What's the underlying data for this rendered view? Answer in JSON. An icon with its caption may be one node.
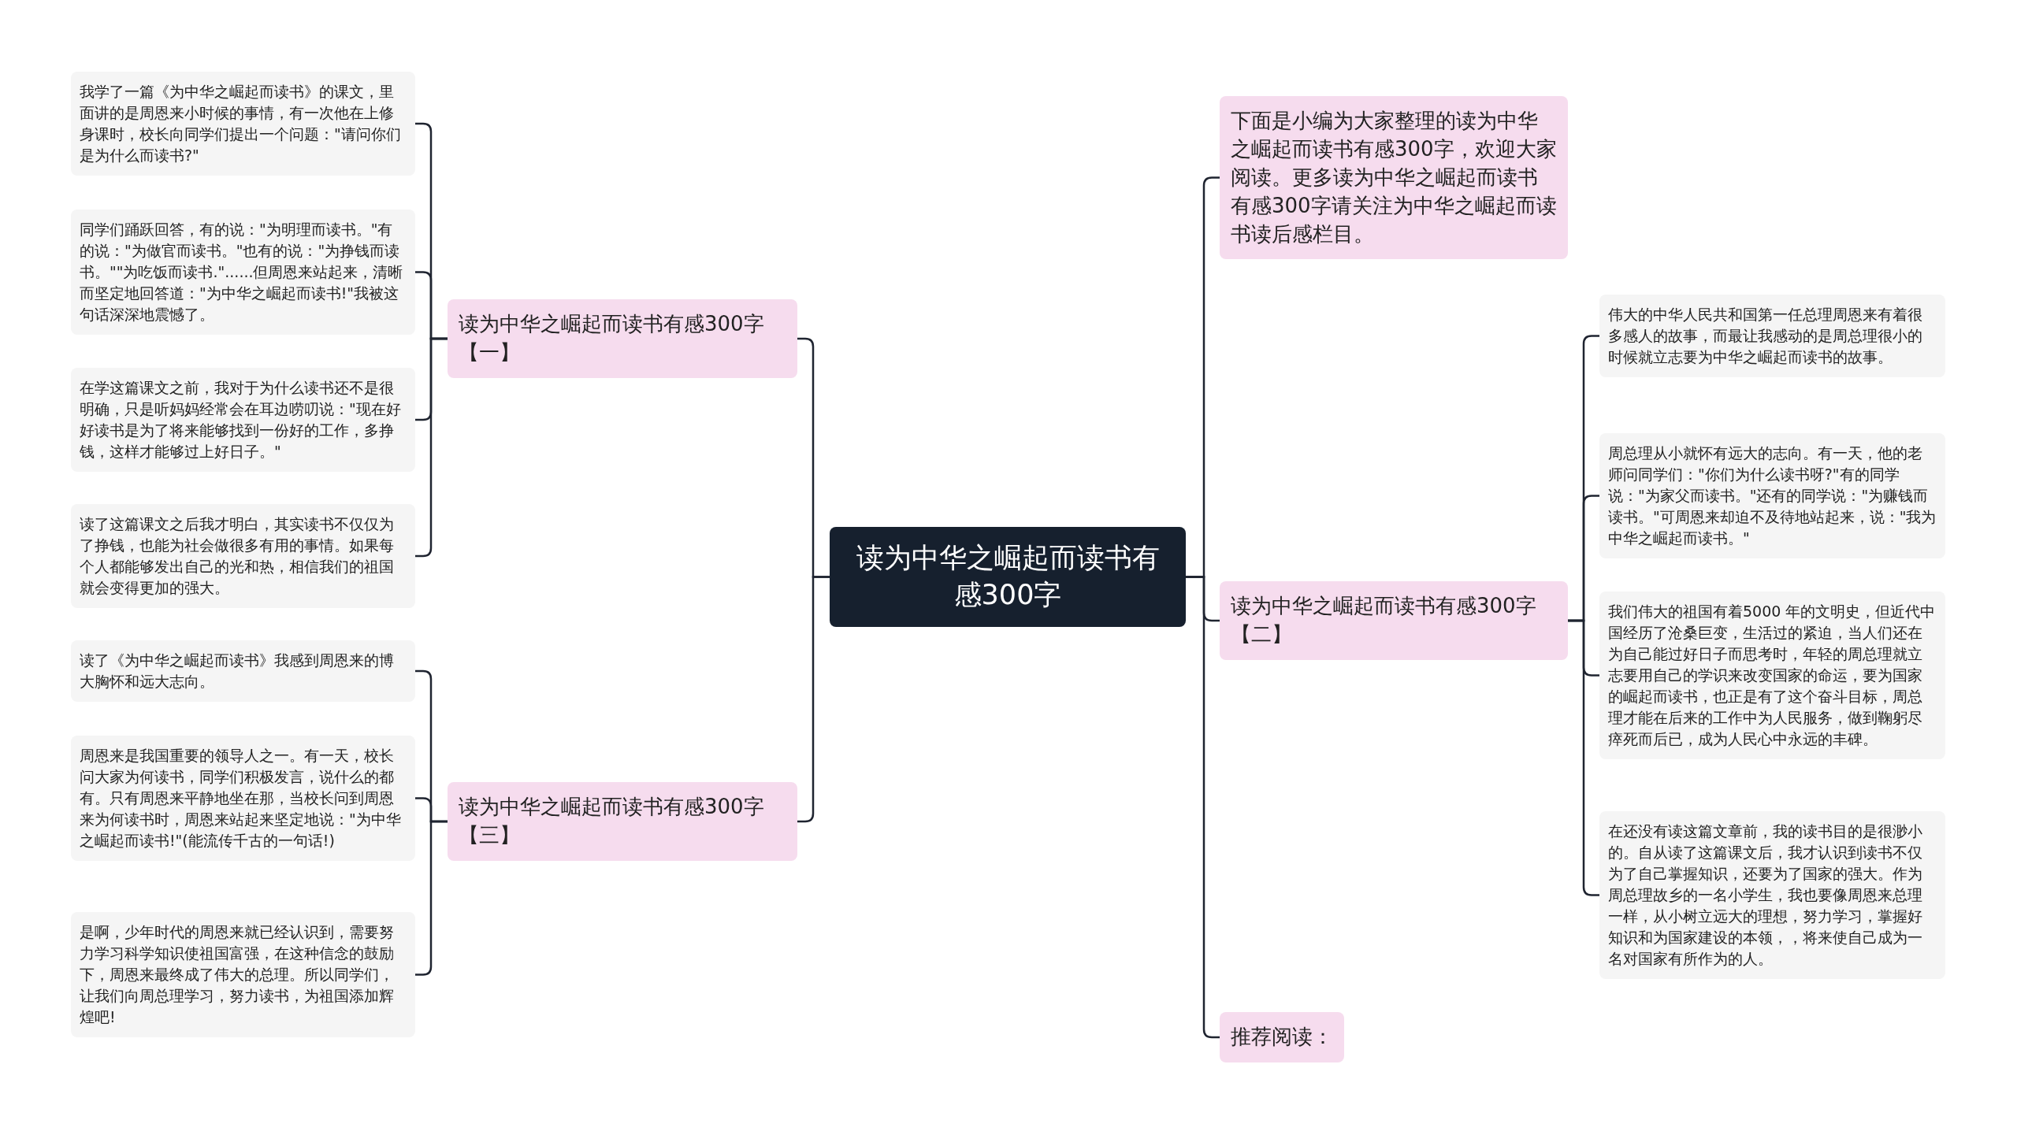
{
  "diagram": {
    "nodes": [
      {
        "text": [
          "读为中华之崛起而读书有感300字"
        ]
      },
      {
        "text": [
          "读为中华之崛起而读书有感300字【一】"
        ]
      },
      {
        "text": [
          "我学了一篇《为中华之崛起而读书》的课文，里面讲的是周恩来小时候的事情，有一次他在上修身课时，校长向同学们提出一个问题：\"请问你们是为什么而读书?\""
        ]
      },
      {
        "text": [
          "同学们踊跃回答，有的说：\"为明理而读书。\"有的说：\"为做官而读书。\"也有的说：\"为挣钱而读书。\"\"为吃饭而读书.\"......但周恩来站起来，清晰而坚定地回答道：\"为中华之崛起而读书!\"我被这句话深深地震憾了。"
        ]
      },
      {
        "text": [
          "在学这篇课文之前，我对于为什么读书还不是很明确，只是听妈妈经常会在耳边唠叨说：\"现在好好读书是为了将来能够找到一份好的工作，多挣钱，这样才能够过上好日子。\""
        ]
      },
      {
        "text": [
          "读了这篇课文之后我才明白，其实读书不仅仅为了挣钱，也能为社会做很多有用的事情。如果每个人都能够发出自己的光和热，相信我们的祖国就会变得更加的强大。"
        ]
      },
      {
        "text": [
          "读为中华之崛起而读书有感300字【三】"
        ]
      },
      {
        "text": [
          "读了《为中华之崛起而读书》我感到周恩来的博大胸怀和远大志向。"
        ]
      },
      {
        "text": [
          "周恩来是我国重要的领导人之一。有一天，校长问大家为何读书，同学们积极发言，说什么的都有。只有周恩来平静地坐在那，当校长问到周恩来为何读书时，周恩来站起来坚定地说：\"为中华之崛起而读书!\"(能流传千古的一句话!)"
        ]
      },
      {
        "text": [
          "是啊，少年时代的周恩来就已经认识到，需要努力学习科学知识使祖国富强，在这种信念的鼓励下，周恩来最终成了伟大的总理。所以同学们，让我们向周总理学习，努力读书，为祖国添加辉煌吧!"
        ]
      },
      {
        "text": [
          "下面是小编为大家整理的读为中华之崛起而读书有感300字，欢迎大家阅读。更多读为中华之崛起而读书有感300字请关注为中华之崛起而读书读后感栏目。"
        ]
      },
      {
        "text": [
          "读为中华之崛起而读书有感300字【二】"
        ]
      },
      {
        "text": [
          "伟大的中华人民共和国第一任总理周恩来有着很多感人的故事，而最让我感动的是周总理很小的时候就立志要为中华之崛起而读书的故事。"
        ]
      },
      {
        "text": [
          "周总理从小就怀有远大的志向。有一天，他的老师问同学们：\"你们为什么读书呀?\"有的同学说：\"为家父而读书。\"还有的同学说：\"为赚钱而读书。\"可周恩来却迫不及待地站起来，说：\"我为中华之崛起而读书。\""
        ]
      },
      {
        "text": [
          "我们伟大的祖国有着5000 年的文明史，但近代中国经历了沧桑巨变，生活过的紧迫，当人们还在为自己能过好日子而思考时，年轻的周总理就立志要用自己的学识来改变国家的命运，要为国家的崛起而读书，也正是有了这个奋斗目标，周总理才能在后来的工作中为人民服务，做到鞠躬尽瘁死而后已，成为人民心中永远的丰碑。"
        ]
      },
      {
        "text": [
          "在还没有读这篇文章前，我的读书目的是很渺小的。自从读了这篇课文后，我才认识到读书不仅为了自己掌握知识，还要为了国家的强大。作为周总理故乡的一名小学生，我也要像周恩来总理一样，从小树立远大的理想，努力学习，掌握好知识和为国家建设的本领，，将来使自己成为一名对国家有所作为的人。"
        ]
      },
      {
        "text": [
          "推荐阅读："
        ]
      }
    ],
    "edges": [
      {
        "from": 0,
        "to": 1,
        "arrow": "none"
      },
      {
        "from": 1,
        "to": 2,
        "arrow": "none"
      },
      {
        "from": 1,
        "to": 3,
        "arrow": "none"
      },
      {
        "from": 1,
        "to": 4,
        "arrow": "none"
      },
      {
        "from": 1,
        "to": 5,
        "arrow": "none"
      },
      {
        "from": 0,
        "to": 6,
        "arrow": "none"
      },
      {
        "from": 6,
        "to": 7,
        "arrow": "none"
      },
      {
        "from": 6,
        "to": 8,
        "arrow": "none"
      },
      {
        "from": 6,
        "to": 9,
        "arrow": "none"
      },
      {
        "from": 0,
        "to": 10,
        "arrow": "none"
      },
      {
        "from": 0,
        "to": 11,
        "arrow": "none"
      },
      {
        "from": 11,
        "to": 12,
        "arrow": "none"
      },
      {
        "from": 11,
        "to": 13,
        "arrow": "none"
      },
      {
        "from": 11,
        "to": 14,
        "arrow": "none"
      },
      {
        "from": 11,
        "to": 15,
        "arrow": "none"
      },
      {
        "from": 0,
        "to": 16,
        "arrow": "none"
      }
    ]
  }
}
